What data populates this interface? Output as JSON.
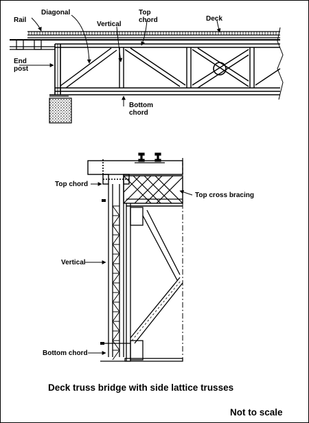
{
  "upper_labels": {
    "rail": "Rail",
    "diagonal": "Diagonal",
    "vertical": "Vertical",
    "top_chord_line1": "Top",
    "top_chord_line2": "chord",
    "deck": "Deck",
    "end_post_line1": "End",
    "end_post_line2": "post",
    "bottom_chord_line1": "Bottom",
    "bottom_chord_line2": "chord"
  },
  "lower_labels": {
    "top_chord": "Top chord",
    "top_cross_bracing": "Top cross bracing",
    "vertical": "Vertical",
    "bottom_chord": "Bottom chord"
  },
  "caption": "Deck truss bridge with side lattice trusses",
  "scale_note": "Not to scale",
  "colors": {
    "ink": "#000000",
    "paper": "#ffffff"
  }
}
